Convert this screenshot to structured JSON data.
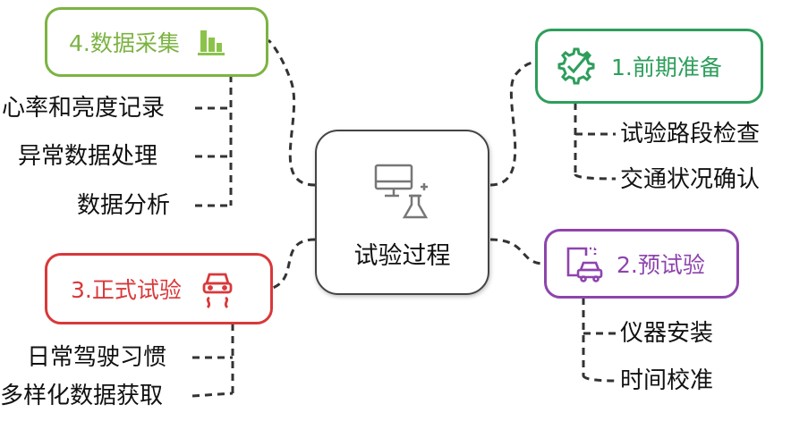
{
  "center": {
    "title": "试验过程",
    "icon": "computer-flask-icon"
  },
  "branches": [
    {
      "id": "collect",
      "title": "4.数据采集",
      "color": "#7cb342",
      "icon": "bar-chart-icon",
      "items": [
        "心率和亮度记录",
        "异常数据处理",
        "数据分析"
      ]
    },
    {
      "id": "prep",
      "title": "1.前期准备",
      "color": "#2e9e5b",
      "icon": "gear-check-icon",
      "items": [
        "试验路段检查",
        "交通状况确认"
      ]
    },
    {
      "id": "formal",
      "title": "3.正式试验",
      "color": "#d9383a",
      "icon": "car-road-icon",
      "items": [
        "日常驾驶习惯",
        "多样化数据获取"
      ]
    },
    {
      "id": "pretest",
      "title": "2.预试验",
      "color": "#8e44ad",
      "icon": "phone-car-icon",
      "items": [
        "仪器安装",
        "时间校准"
      ]
    }
  ]
}
